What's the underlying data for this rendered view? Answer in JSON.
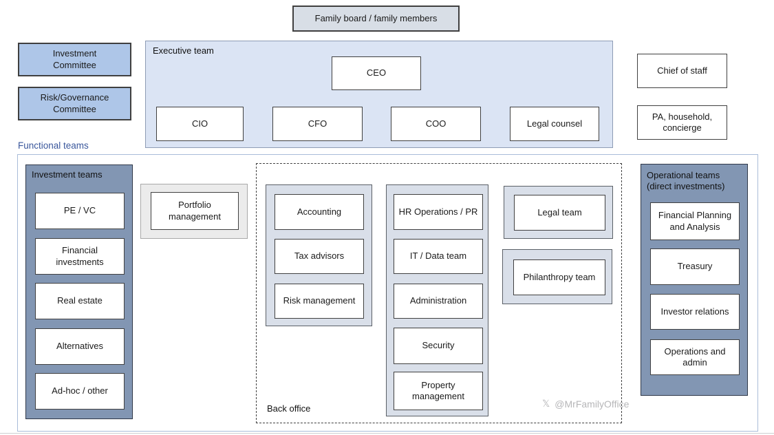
{
  "colors": {
    "committee_fill": "#aec6e8",
    "executive_fill": "#dbe4f4",
    "family_board_fill": "#d8dee6",
    "dark_panel_fill": "#8296b3",
    "light_panel_fill": "#d9dfe9",
    "gray_panel_fill": "#ebebeb",
    "box_border": "#3f3f3f",
    "functional_border": "#a9bcd9",
    "blue_label_text": "#3a579c",
    "watermark_text": "#b6b6b8"
  },
  "family_board": {
    "label": "Family board / family members"
  },
  "committees": {
    "investment": "Investment\nCommittee",
    "risk_governance": "Risk/Governance\nCommittee"
  },
  "executive": {
    "label": "Executive team",
    "ceo": "CEO",
    "cio": "CIO",
    "cfo": "CFO",
    "coo": "COO",
    "legal_counsel": "Legal counsel"
  },
  "staff": {
    "chief_of_staff": "Chief of staff",
    "pa_household": "PA, household,\nconcierge"
  },
  "functional": {
    "label": "Functional teams"
  },
  "investment_teams": {
    "label": "Investment teams",
    "items": [
      "PE / VC",
      "Financial\ninvestments",
      "Real estate",
      "Alternatives",
      "Ad-hoc / other"
    ]
  },
  "portfolio": {
    "label": "Portfolio\nmanagement"
  },
  "back_office": {
    "label": "Back office",
    "col1": [
      "Accounting",
      "Tax advisors",
      "Risk management"
    ],
    "col2": [
      "HR Operations / PR",
      "IT / Data team",
      "Administration",
      "Security",
      "Property\nmanagement"
    ]
  },
  "standalone_teams": {
    "legal": "Legal team",
    "philanthropy": "Philanthropy team"
  },
  "operational_teams": {
    "label": "Operational teams\n(direct investments)",
    "items": [
      "Financial Planning\nand Analysis",
      "Treasury",
      "Investor relations",
      "Operations and\nadmin"
    ]
  },
  "watermark": {
    "icon": "𝕏",
    "handle": "@MrFamilyOffice"
  }
}
